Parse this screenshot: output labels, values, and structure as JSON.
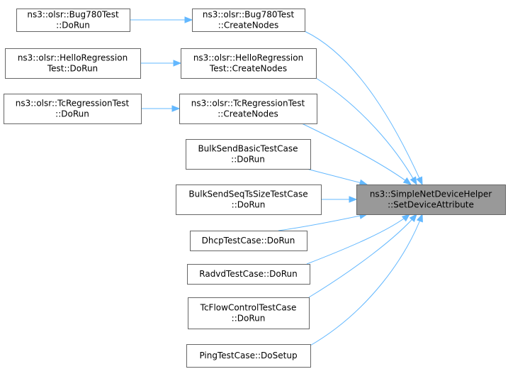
{
  "graph": {
    "target": {
      "id": "target",
      "lines": [
        "ns3::SimpleNetDeviceHelper",
        "::SetDeviceAttribute"
      ]
    },
    "nodes": [
      {
        "id": "bug780-dorun",
        "lines": [
          "ns3::olsr::Bug780Test",
          "::DoRun"
        ]
      },
      {
        "id": "bug780-createnodes",
        "lines": [
          "ns3::olsr::Bug780Test",
          "::CreateNodes"
        ]
      },
      {
        "id": "hello-dorun",
        "lines": [
          "ns3::olsr::HelloRegression",
          "Test::DoRun"
        ]
      },
      {
        "id": "hello-createnodes",
        "lines": [
          "ns3::olsr::HelloRegression",
          "Test::CreateNodes"
        ]
      },
      {
        "id": "tc-dorun",
        "lines": [
          "ns3::olsr::TcRegressionTest",
          "::DoRun"
        ]
      },
      {
        "id": "tc-createnodes",
        "lines": [
          "ns3::olsr::TcRegressionTest",
          "::CreateNodes"
        ]
      },
      {
        "id": "bulksend-basic",
        "lines": [
          "BulkSendBasicTestCase",
          "::DoRun"
        ]
      },
      {
        "id": "bulksend-seq",
        "lines": [
          "BulkSendSeqTsSizeTestCase",
          "::DoRun"
        ]
      },
      {
        "id": "dhcp",
        "lines": [
          "DhcpTestCase::DoRun"
        ]
      },
      {
        "id": "radvd",
        "lines": [
          "RadvdTestCase::DoRun"
        ]
      },
      {
        "id": "tcflow",
        "lines": [
          "TcFlowControlTestCase",
          "::DoRun"
        ]
      },
      {
        "id": "ping",
        "lines": [
          "PingTestCase::DoSetup"
        ]
      }
    ],
    "edges": [
      {
        "from": "bug780-dorun",
        "to": "bug780-createnodes"
      },
      {
        "from": "hello-dorun",
        "to": "hello-createnodes"
      },
      {
        "from": "tc-dorun",
        "to": "tc-createnodes"
      },
      {
        "from": "bug780-createnodes",
        "to": "target"
      },
      {
        "from": "hello-createnodes",
        "to": "target"
      },
      {
        "from": "tc-createnodes",
        "to": "target"
      },
      {
        "from": "bulksend-basic",
        "to": "target"
      },
      {
        "from": "bulksend-seq",
        "to": "target"
      },
      {
        "from": "dhcp",
        "to": "target"
      },
      {
        "from": "radvd",
        "to": "target"
      },
      {
        "from": "tcflow",
        "to": "target"
      },
      {
        "from": "ping",
        "to": "target"
      }
    ],
    "colors": {
      "edge": "#63b8ff",
      "node_border": "#666666",
      "node_fill": "#ffffff",
      "target_fill": "#999999"
    }
  }
}
